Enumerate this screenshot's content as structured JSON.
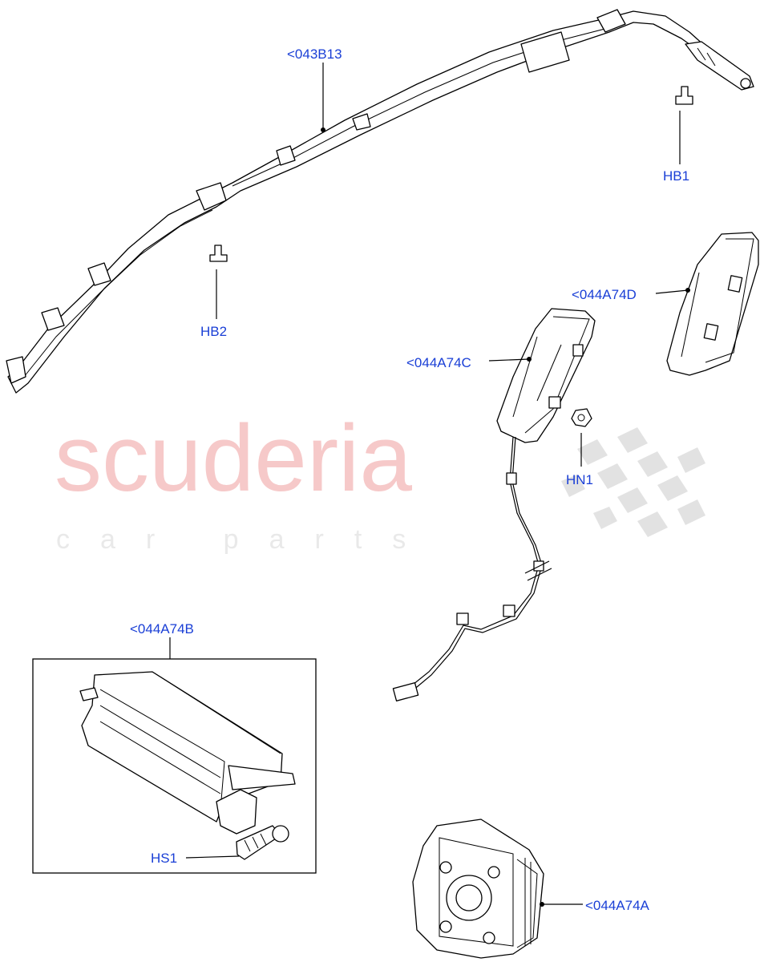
{
  "watermark": {
    "brand": "scuderia",
    "tagline": "car parts"
  },
  "callouts": {
    "airbag_curtain": "<043B13",
    "bolt_hb1": "HB1",
    "bolt_hb2": "HB2",
    "airbag_side_rear": "<044A74D",
    "airbag_side_front": "<044A74C",
    "nut_hn1": "HN1",
    "airbag_passenger": "<044A74B",
    "screw_hs1": "HS1",
    "airbag_driver": "<044A74A"
  },
  "colors": {
    "callout_text": "#1a3fd6",
    "watermark_text": "#f6c9c9",
    "watermark_checker": "#dcdcdc",
    "line": "#000000"
  }
}
